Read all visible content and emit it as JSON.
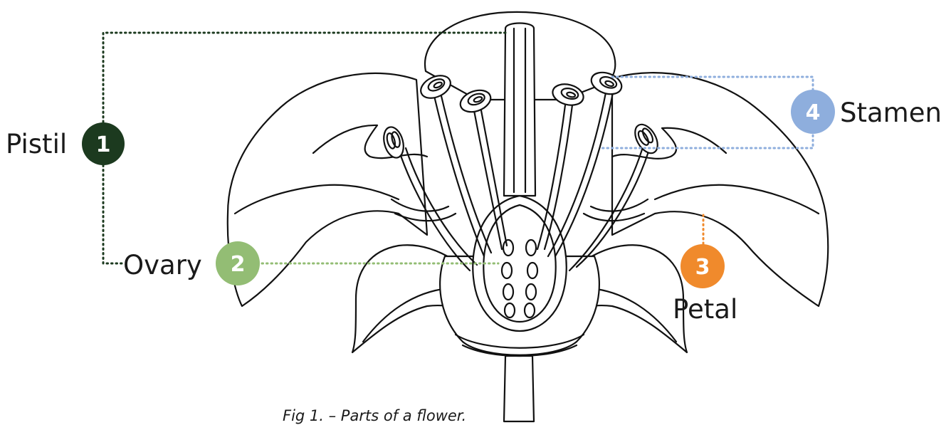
{
  "caption": "Fig 1. – Parts of a flower.",
  "labels": [
    {
      "id": "pistil",
      "number": "1",
      "text": "Pistil",
      "color": "#1c3a1f"
    },
    {
      "id": "ovary",
      "number": "2",
      "text": "Ovary",
      "color": "#93bd74"
    },
    {
      "id": "petal",
      "number": "3",
      "text": "Petal",
      "color": "#f08a2c"
    },
    {
      "id": "stamen",
      "number": "4",
      "text": "Stamen",
      "color": "#8eaedd"
    }
  ],
  "icons": [
    "flower-cross-section-illustration"
  ]
}
